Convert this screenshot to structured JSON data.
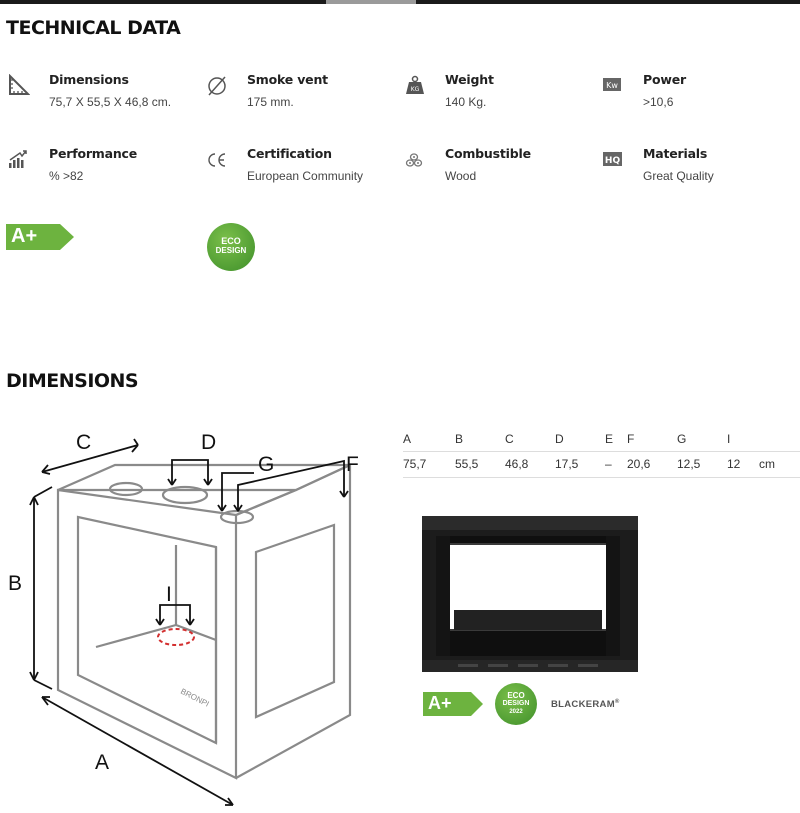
{
  "technical_title": "TECHNICAL DATA",
  "specs": [
    {
      "label": "Dimensions",
      "value": "75,7 X 55,5 X 46,8 cm.",
      "icon": "ruler-triangle-icon"
    },
    {
      "label": "Smoke vent",
      "value": "175 mm.",
      "icon": "diameter-icon"
    },
    {
      "label": "Weight",
      "value": "140 Kg.",
      "icon": "weight-icon"
    },
    {
      "label": "Power",
      "value": ">10,6",
      "icon": "kw-icon"
    },
    {
      "label": "Performance",
      "value": "% >82",
      "icon": "performance-bars-icon"
    },
    {
      "label": "Certification",
      "value": "European Community",
      "icon": "ce-mark-icon"
    },
    {
      "label": "Combustible",
      "value": "Wood",
      "icon": "wood-logs-icon"
    },
    {
      "label": "Materials",
      "value": "Great Quality",
      "icon": "hq-icon"
    }
  ],
  "energy_label": "A+",
  "eco_badge": {
    "line1": "ECO",
    "line2": "DESIGN",
    "year": "2022"
  },
  "dimensions_title": "DIMENSIONS",
  "diagram_labels": {
    "a": "A",
    "b": "B",
    "c": "C",
    "d": "D",
    "f": "F",
    "g": "G",
    "i": "I"
  },
  "diagram_brand": "BRONPI",
  "dim_table": {
    "headers": [
      "A",
      "B",
      "C",
      "D",
      "E",
      "F",
      "G",
      "I",
      ""
    ],
    "values": [
      "75,7",
      "55,5",
      "46,8",
      "17,5",
      "–",
      "20,6",
      "12,5",
      "12",
      "cm"
    ]
  },
  "brand": "BLACKERAM",
  "brand_mark": "®",
  "colors": {
    "accent_green": "#6db33f",
    "eco_green": "#4e9a30",
    "dark": "#1a1a1a"
  }
}
